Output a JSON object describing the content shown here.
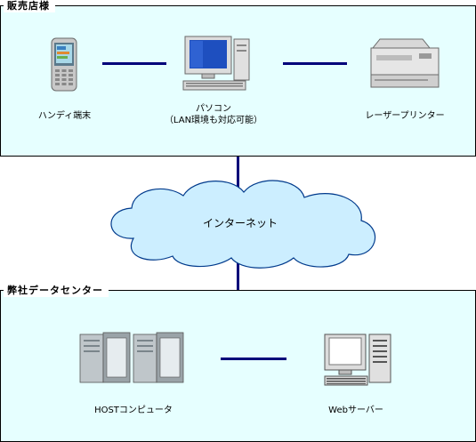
{
  "store": {
    "title": "販売店様",
    "devices": {
      "handheld": "ハンディ端末",
      "pc_line1": "パソコン",
      "pc_line2": "（LAN環境も対応可能）",
      "printer": "レーザープリンター"
    }
  },
  "internet": {
    "label": "インターネット"
  },
  "datacenter": {
    "title": "弊社データセンター",
    "devices": {
      "host": "HOSTコンピュータ",
      "web": "Webサーバー"
    }
  },
  "colors": {
    "panel_bg": "#e6ffff",
    "connector": "#00007a",
    "cloud_fill": "#cceeff",
    "cloud_stroke": "#003a8c"
  }
}
